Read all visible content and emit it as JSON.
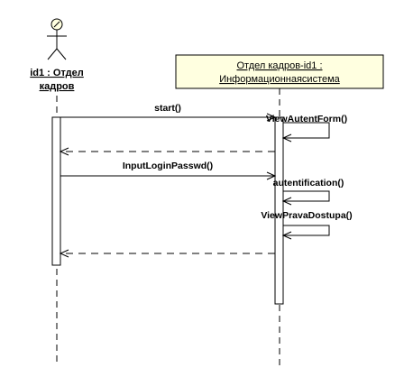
{
  "actor": {
    "name_line1": "id1 : Отдел",
    "name_line2": "кадров"
  },
  "object": {
    "name_line1": "Отдел кадров-id1 :",
    "name_line2": "Информационнаясистема",
    "fill_color": "#ffffe0"
  },
  "messages": [
    {
      "label": "start()",
      "kind": "call"
    },
    {
      "label": "ViewAutentForm()",
      "kind": "self"
    },
    {
      "label": "",
      "kind": "return"
    },
    {
      "label": "InputLoginPasswd()",
      "kind": "call"
    },
    {
      "label": "autentification()",
      "kind": "self"
    },
    {
      "label": "ViewPravaDostupa()",
      "kind": "self"
    },
    {
      "label": "",
      "kind": "return"
    }
  ]
}
